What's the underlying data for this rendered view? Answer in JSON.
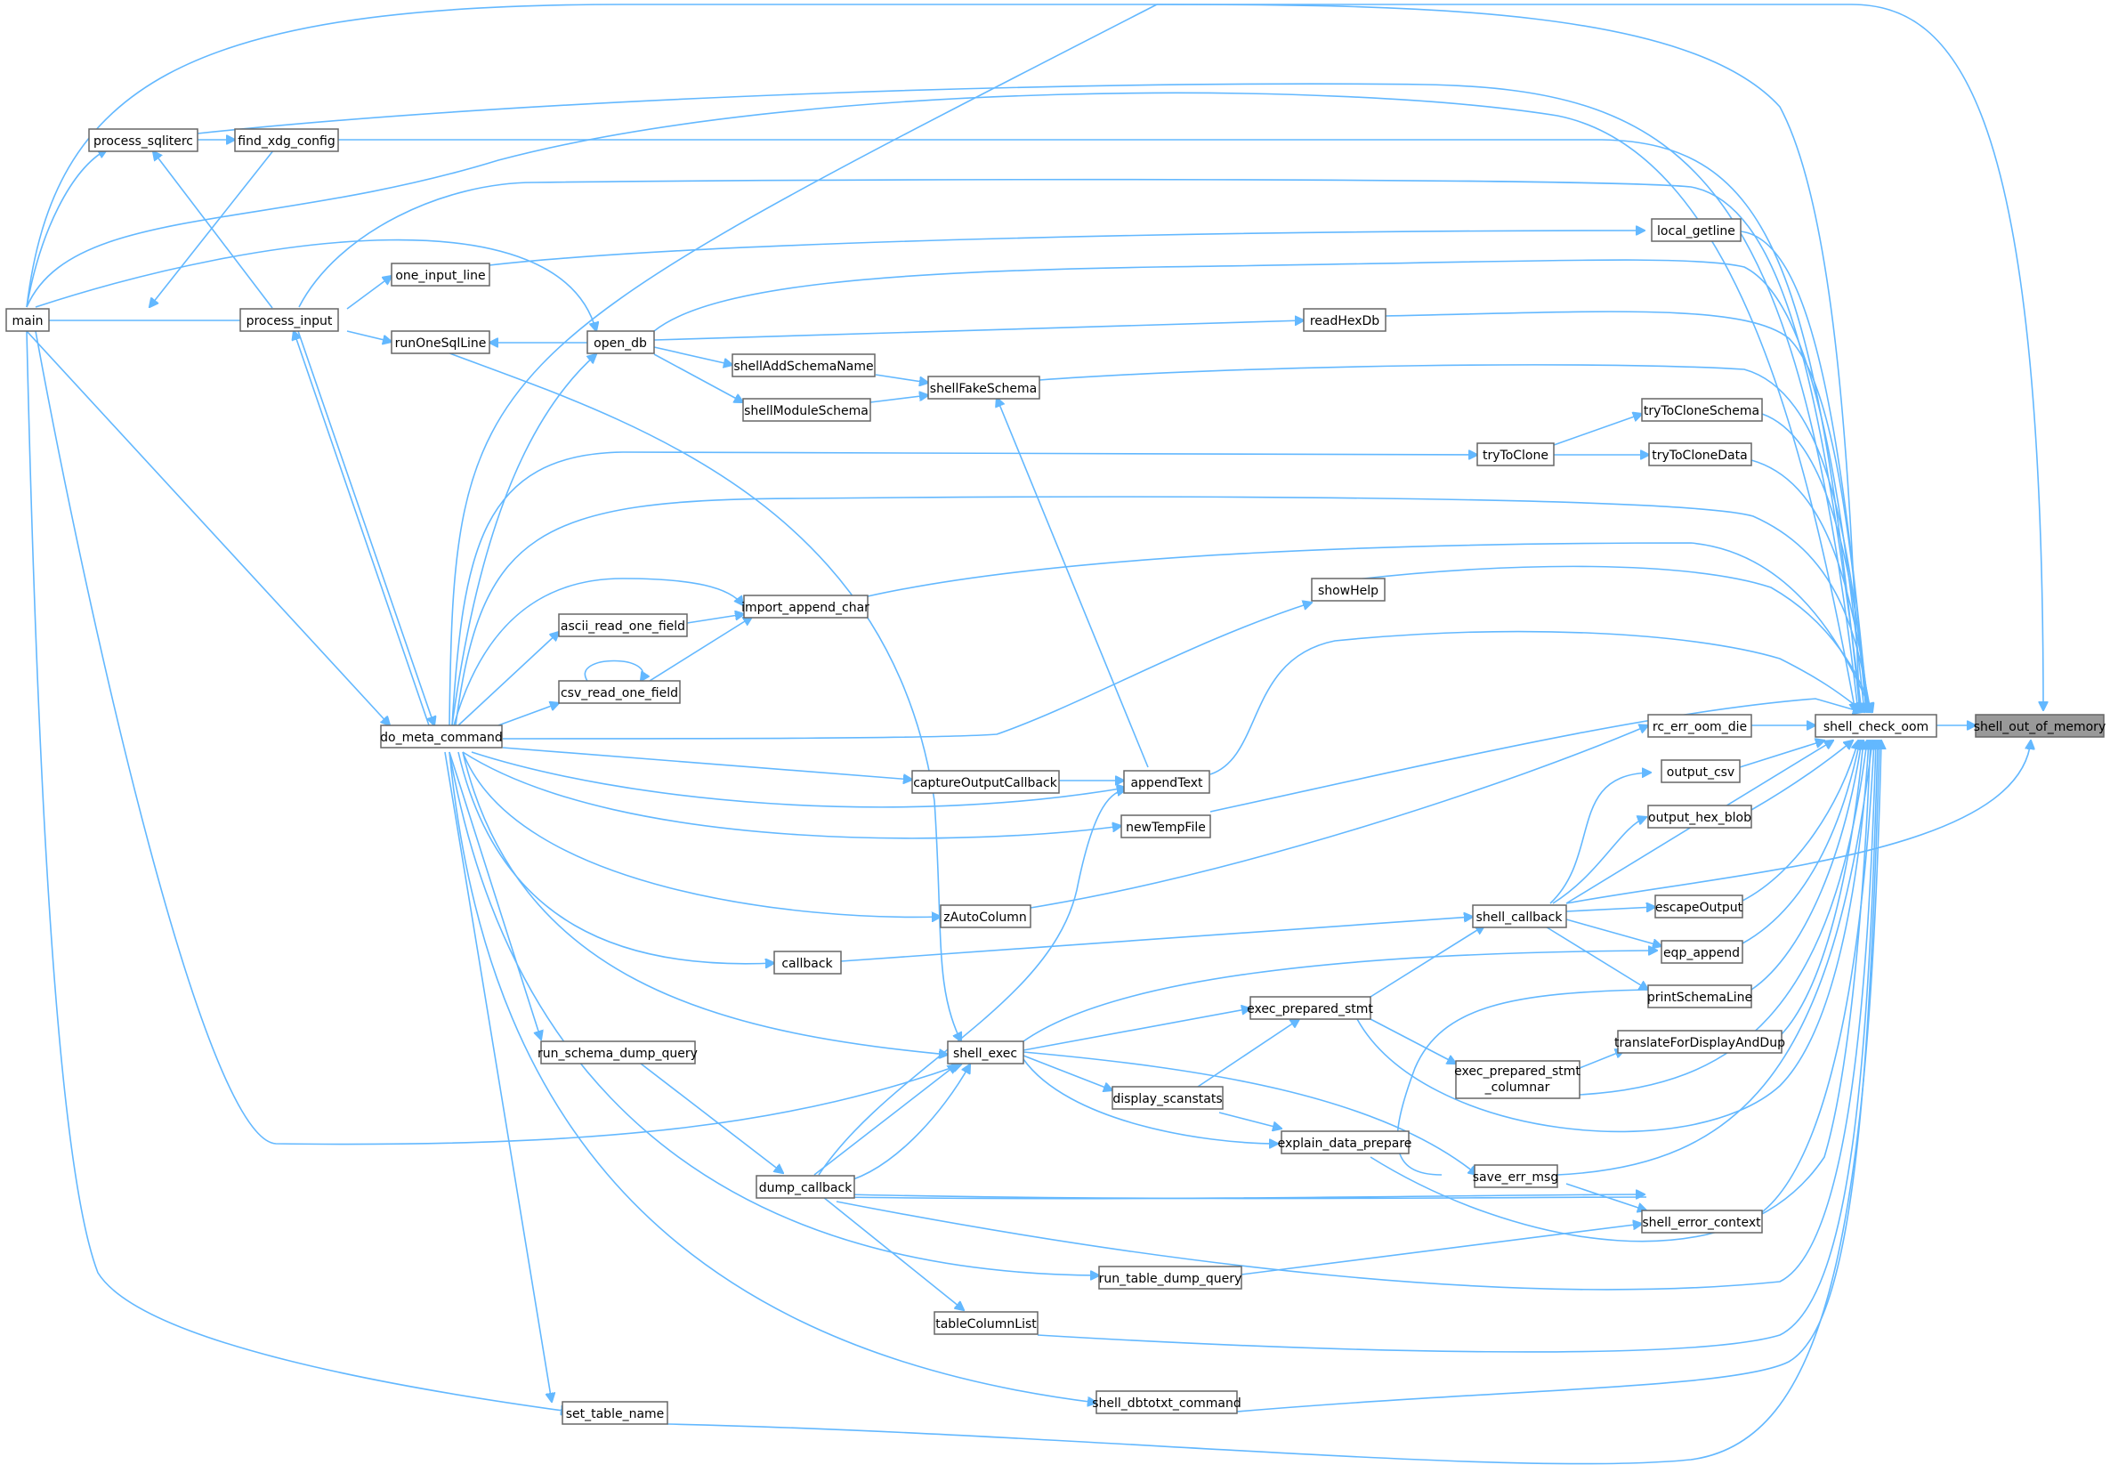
{
  "colors": {
    "edge": "#63b8ff",
    "node_border": "#666666",
    "highlight_fill": "#999999",
    "background": "#ffffff"
  },
  "nodes": {
    "main": "main",
    "process_sqliterc": "process_sqliterc",
    "find_xdg_config": "find_xdg_config",
    "process_input": "process_input",
    "one_input_line": "one_input_line",
    "runOneSqlLine": "runOneSqlLine",
    "open_db": "open_db",
    "shellAddSchemaName": "shellAddSchemaName",
    "shellModuleSchema": "shellModuleSchema",
    "shellFakeSchema": "shellFakeSchema",
    "readHexDb": "readHexDb",
    "local_getline": "local_getline",
    "tryToCloneSchema": "tryToCloneSchema",
    "tryToClone": "tryToClone",
    "tryToCloneData": "tryToCloneData",
    "showHelp": "showHelp",
    "import_append_char": "import_append_char",
    "ascii_read_one_field": "ascii_read_one_field",
    "csv_read_one_field": "csv_read_one_field",
    "do_meta_command": "do_meta_command",
    "captureOutputCallback": "captureOutputCallback",
    "appendText": "appendText",
    "newTempFile": "newTempFile",
    "rc_err_oom_die": "rc_err_oom_die",
    "shell_check_oom": "shell_check_oom",
    "shell_out_of_memory": "shell_out_of_memory",
    "output_csv": "output_csv",
    "output_hex_blob": "output_hex_blob",
    "zAutoColumn": "zAutoColumn",
    "shell_callback": "shell_callback",
    "escapeOutput": "escapeOutput",
    "callback": "callback",
    "eqp_append": "eqp_append",
    "printSchemaLine": "printSchemaLine",
    "exec_prepared_stmt": "exec_prepared_stmt",
    "translateForDisplayAndDup": "translateForDisplayAndDup",
    "shell_exec": "shell_exec",
    "run_schema_dump_query": "run_schema_dump_query",
    "exec_prepared_stmt_columnar_1": "exec_prepared_stmt",
    "exec_prepared_stmt_columnar_2": "_columnar",
    "display_scanstats": "display_scanstats",
    "explain_data_prepare": "explain_data_prepare",
    "save_err_msg": "save_err_msg",
    "dump_callback": "dump_callback",
    "shell_error_context": "shell_error_context",
    "run_table_dump_query": "run_table_dump_query",
    "tableColumnList": "tableColumnList",
    "shell_dbtotxt_command": "shell_dbtotxt_command",
    "set_table_name": "set_table_name"
  }
}
